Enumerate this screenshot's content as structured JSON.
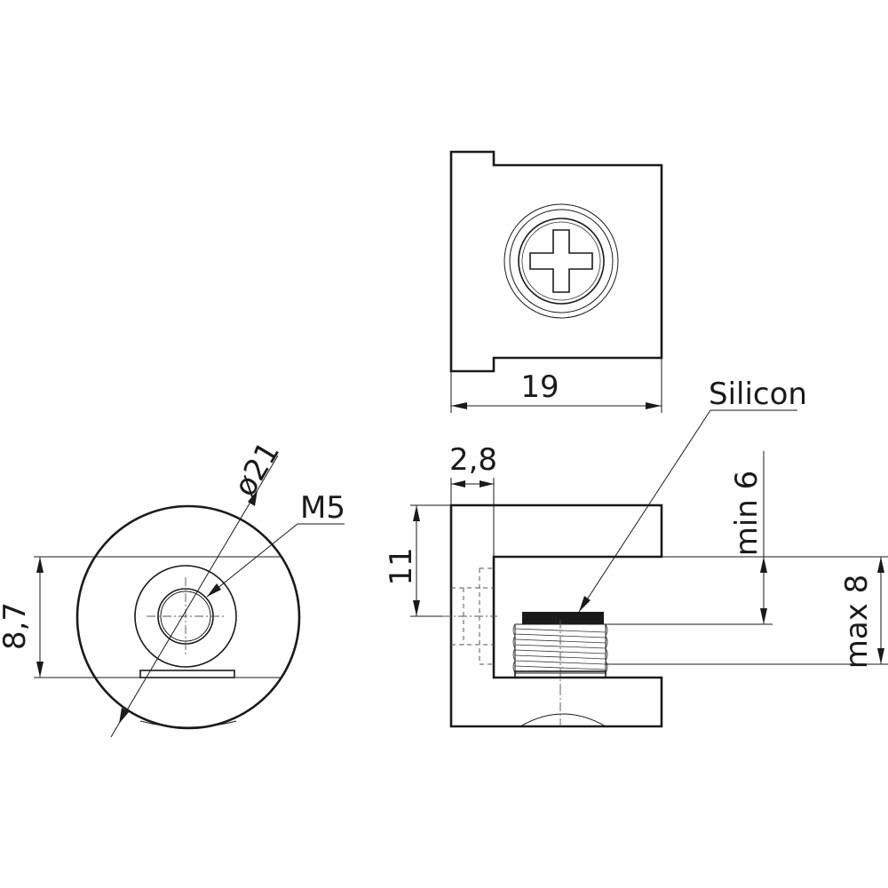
{
  "dimensions": {
    "width": "19",
    "diameter": "ø21",
    "thread": "M5",
    "height_left": "8,7",
    "wall": "2,8",
    "height_side": "11",
    "gap_min": "min 6",
    "gap_max": "max 8"
  },
  "labels": {
    "silicon": "Silicon"
  },
  "colors": {
    "line": "#1a1a1a",
    "background": "#ffffff",
    "silicon_pad": "#1a1a1a"
  }
}
